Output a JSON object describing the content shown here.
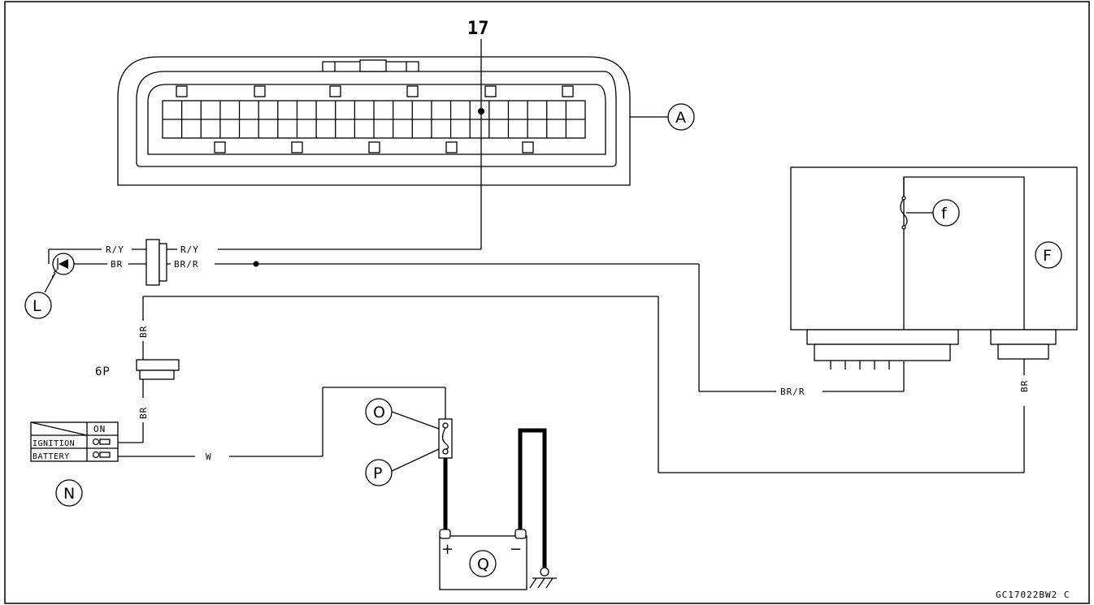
{
  "diagram": {
    "terminal_number": "17",
    "figure_code": "GC17022BW2 C",
    "callouts": {
      "A": "A",
      "F": "F",
      "f": "f",
      "L": "L",
      "N": "N",
      "O": "O",
      "P": "P",
      "Q": "Q"
    },
    "wire_labels": {
      "ry_left": "R/Y",
      "ry_right": "R/Y",
      "br_left": "BR",
      "brr_right": "BR/R",
      "br_upper": "BR",
      "br_lower": "BR",
      "brr_bottom": "BR/R",
      "br_right": "BR",
      "w": "W"
    },
    "connector_6p": "6P",
    "switch_table": {
      "header": "ON",
      "rows": [
        "IGNITION",
        "BATTERY"
      ]
    },
    "battery_terminals": {
      "plus": "+",
      "minus": "−"
    }
  }
}
